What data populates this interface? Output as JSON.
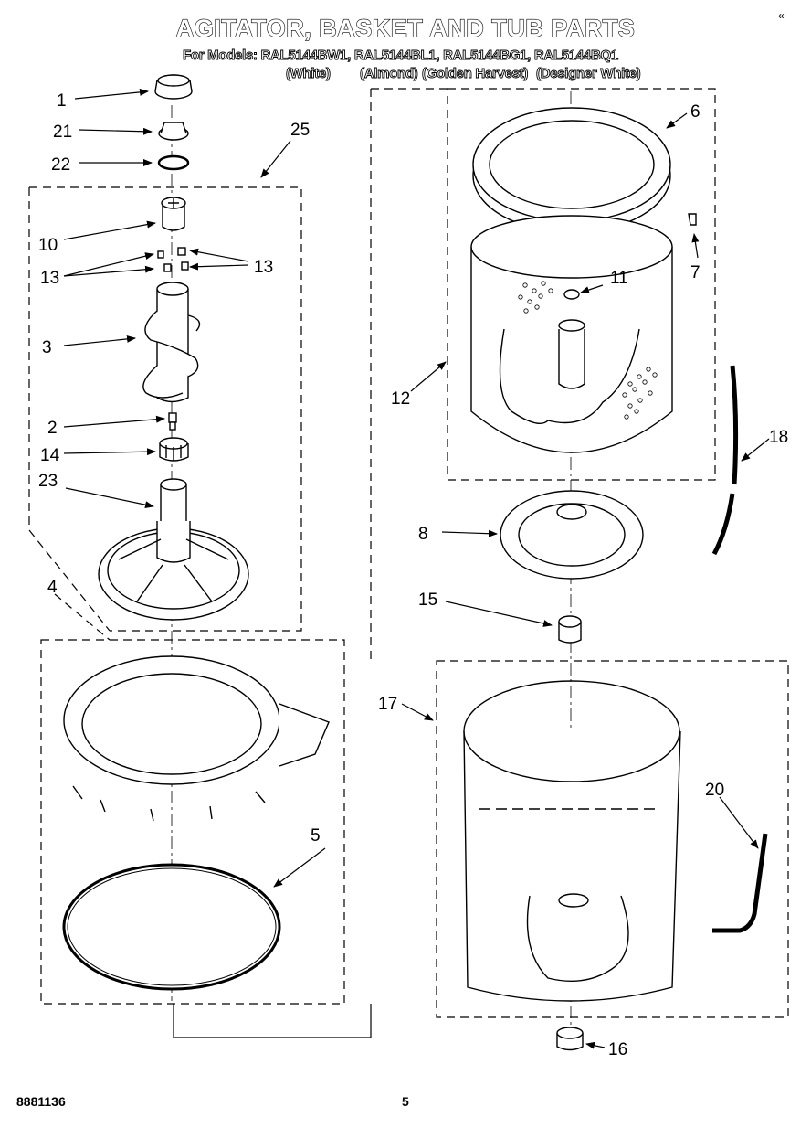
{
  "header": {
    "title": "AGITATOR, BASKET AND TUB PARTS",
    "models_line": "For Models: RAL5144BW1, RAL5144BL1, RAL5144BG1, RAL5144BQ1",
    "variants": [
      "(White)",
      "(Almond)",
      "(Golden Harvest)",
      "(Designer White)"
    ]
  },
  "callouts": [
    "1",
    "21",
    "22",
    "25",
    "10",
    "13",
    "13",
    "3",
    "2",
    "14",
    "23",
    "4",
    "5",
    "6",
    "7",
    "11",
    "12",
    "18",
    "8",
    "15",
    "17",
    "20",
    "16"
  ],
  "footer": {
    "code": "8881136",
    "page": "5"
  },
  "corner_mark": "«"
}
